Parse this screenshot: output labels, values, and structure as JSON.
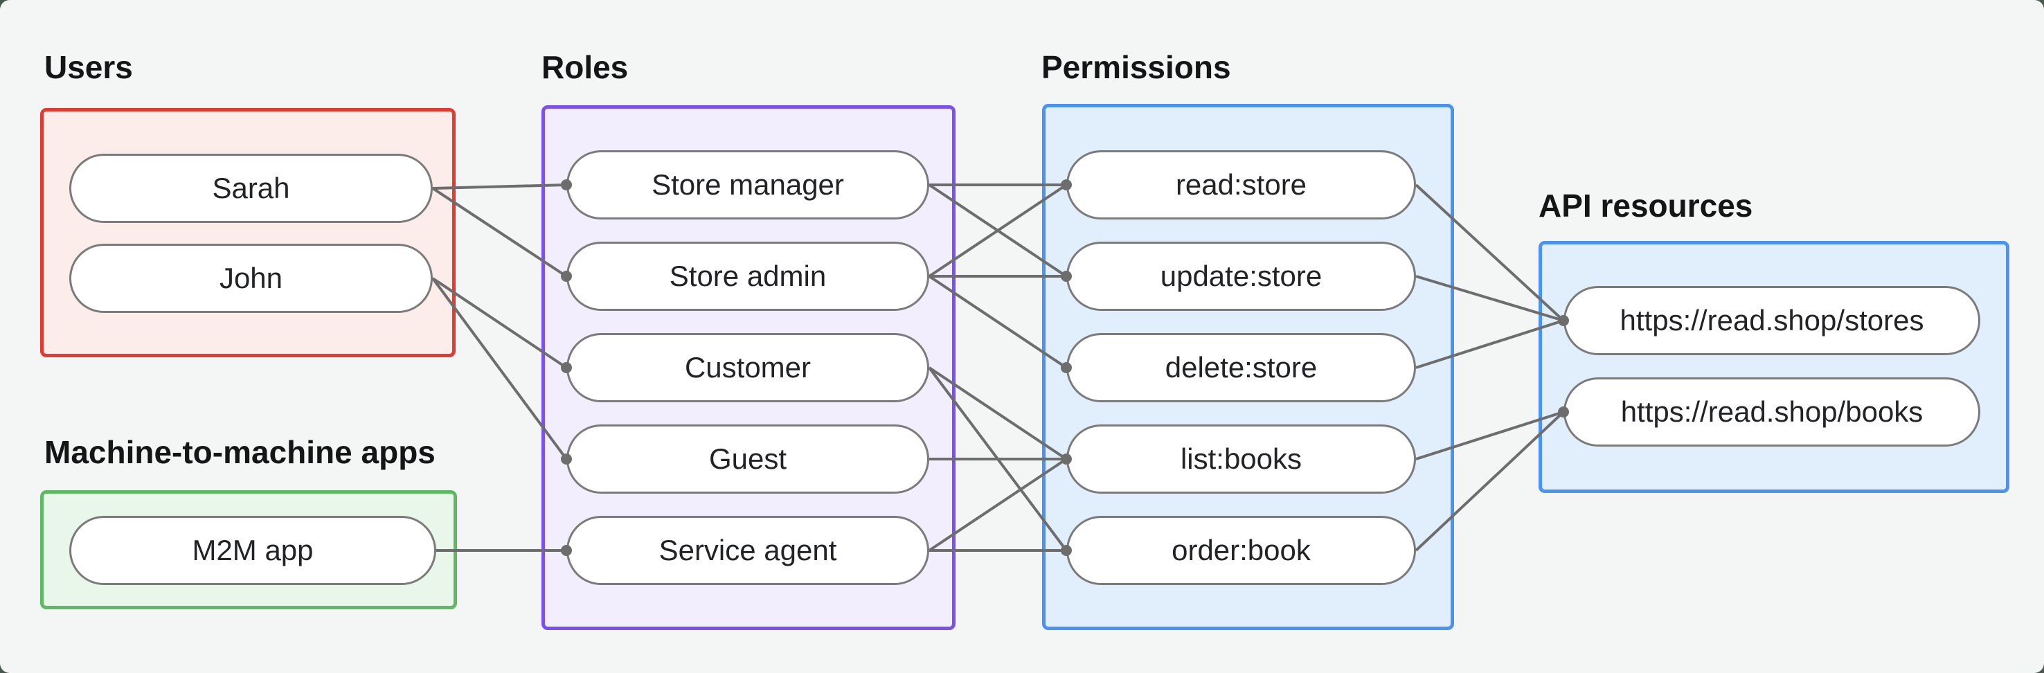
{
  "groups": {
    "users": {
      "label": "Users"
    },
    "m2m": {
      "label": "Machine-to-machine apps"
    },
    "roles": {
      "label": "Roles"
    },
    "permissions": {
      "label": "Permissions"
    },
    "api_resources": {
      "label": "API resources"
    }
  },
  "nodes": {
    "sarah": {
      "label": "Sarah"
    },
    "john": {
      "label": "John"
    },
    "m2m-app": {
      "label": "M2M app"
    },
    "store-manager": {
      "label": "Store manager"
    },
    "store-admin": {
      "label": "Store admin"
    },
    "customer": {
      "label": "Customer"
    },
    "guest": {
      "label": "Guest"
    },
    "service-agent": {
      "label": "Service agent"
    },
    "read-store": {
      "label": "read:store"
    },
    "update-store": {
      "label": "update:store"
    },
    "delete-store": {
      "label": "delete:store"
    },
    "list-books": {
      "label": "list:books"
    },
    "order-book": {
      "label": "order:book"
    },
    "stores-resource": {
      "label": "https://read.shop/stores"
    },
    "books-resource": {
      "label": "https://read.shop/books"
    }
  },
  "edges": [
    {
      "from": "sarah",
      "to": "store-manager"
    },
    {
      "from": "sarah",
      "to": "store-admin"
    },
    {
      "from": "john",
      "to": "customer"
    },
    {
      "from": "john",
      "to": "guest"
    },
    {
      "from": "m2m-app",
      "to": "service-agent"
    },
    {
      "from": "store-manager",
      "to": "read-store"
    },
    {
      "from": "store-manager",
      "to": "update-store"
    },
    {
      "from": "store-admin",
      "to": "read-store"
    },
    {
      "from": "store-admin",
      "to": "update-store"
    },
    {
      "from": "store-admin",
      "to": "delete-store"
    },
    {
      "from": "customer",
      "to": "list-books"
    },
    {
      "from": "customer",
      "to": "order-book"
    },
    {
      "from": "guest",
      "to": "list-books"
    },
    {
      "from": "service-agent",
      "to": "list-books"
    },
    {
      "from": "service-agent",
      "to": "order-book"
    },
    {
      "from": "read-store",
      "to": "stores-resource"
    },
    {
      "from": "update-store",
      "to": "stores-resource"
    },
    {
      "from": "delete-store",
      "to": "stores-resource"
    },
    {
      "from": "list-books",
      "to": "books-resource"
    },
    {
      "from": "order-book",
      "to": "books-resource"
    }
  ],
  "colors": {
    "canvas_bg": "#f4f6f5",
    "frame_bg": "#45594c",
    "users_accent": "#e23b31",
    "users_fill": "#fcecea",
    "m2m_accent": "#5eb963",
    "m2m_fill": "#e9f6ea",
    "roles_accent": "#7b50f0",
    "roles_fill": "#f3eefd",
    "permissions_accent": "#4b92f5",
    "permissions_fill": "#e1eefc",
    "connector": "#6d6d6d",
    "node_border": "#7b7b7b",
    "node_fill": "#ffffff",
    "text": "#1a1c1f"
  }
}
